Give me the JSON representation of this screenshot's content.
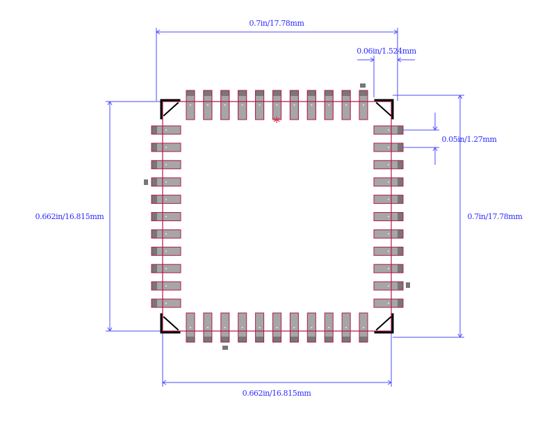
{
  "footprint": {
    "pins_per_side": 11,
    "pin1_marker": "*"
  },
  "dimensions": {
    "top_width": "0.7in/17.78mm",
    "pad_width": "0.06in/1.524mm",
    "pin_pitch": "0.05in/1.27mm",
    "left_height": "0.662in/16.815mm",
    "right_height": "0.7in/17.78mm",
    "bottom_width": "0.662in/16.815mm"
  },
  "colors": {
    "background": "#ffffff",
    "dimension": "#4a4aff",
    "pad_fill": "#a6a6a6",
    "pad_dark": "#777777",
    "pad_outline": "#b0184a",
    "body_outline": "#b0184a",
    "silkscreen": "#000000",
    "pin1": "#e0284a"
  }
}
